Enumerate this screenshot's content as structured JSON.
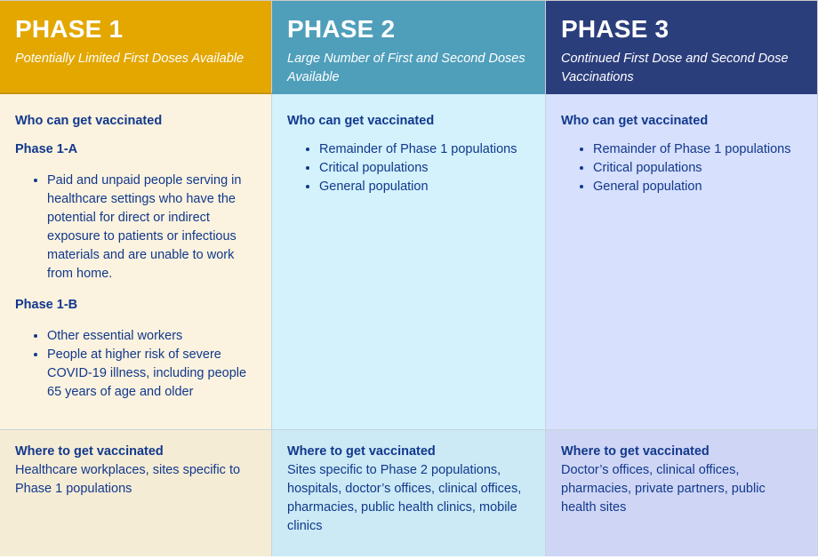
{
  "phases": [
    {
      "title": "PHASE 1",
      "subtitle": "Potentially Limited First Doses Available",
      "who_label": "Who can get vaccinated",
      "groups": [
        {
          "name": "Phase 1-A",
          "items": [
            "Paid and unpaid people serving in healthcare settings who have the potential for direct or indirect exposure to patients or infectious materials and are unable to work from home."
          ]
        },
        {
          "name": "Phase 1-B",
          "items": [
            "Other essential workers",
            "People at higher risk of severe COVID-19 illness, including people 65 years of age and older"
          ]
        }
      ],
      "where_label": "Where to get vaccinated",
      "where": "Healthcare workplaces, sites specific to Phase 1 populations"
    },
    {
      "title": "PHASE 2",
      "subtitle": "Large Number of First and Second Doses Available",
      "who_label": "Who can get vaccinated",
      "items": [
        "Remainder of Phase 1 populations",
        "Critical populations",
        "General population"
      ],
      "where_label": "Where to get vaccinated",
      "where": "Sites specific to Phase 2 populations, hospitals, doctor’s offices, clinical offices, pharmacies, public health clinics, mobile clinics"
    },
    {
      "title": "PHASE 3",
      "subtitle": "Continued First Dose and Second Dose Vaccinations",
      "who_label": "Who can get vaccinated",
      "items": [
        "Remainder of Phase 1 populations",
        "Critical populations",
        "General population"
      ],
      "where_label": "Where to get vaccinated",
      "where": "Doctor’s offices, clinical offices, pharmacies, private partners, public health sites"
    }
  ]
}
